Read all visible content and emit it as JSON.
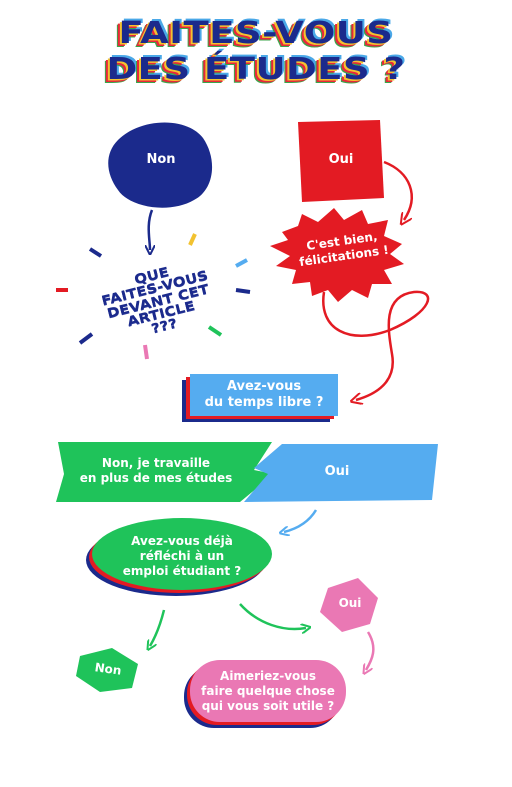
{
  "title": {
    "line1": "FAITES-VOUS",
    "line2": "DES ÉTUDES ?"
  },
  "nodes": {
    "non_top": "Non",
    "oui_top": "Oui",
    "question_article_lines": [
      "QUE",
      "FAITES-VOUS",
      "DEVANT CET",
      "ARTICLE",
      "???"
    ],
    "felicitations_lines": [
      "C'est bien,",
      "félicitations !"
    ],
    "temps_libre_lines": [
      "Avez-vous",
      "du temps libre ?"
    ],
    "travaille_lines": [
      "Non, je travaille",
      "en plus de mes études"
    ],
    "oui_middle": "Oui",
    "emploi_lines": [
      "Avez-vous déjà",
      "réfléchi à un",
      "emploi étudiant ?"
    ],
    "oui_pink": "Oui",
    "non_bottom": "Non",
    "utile_lines": [
      "Aimeriez-vous",
      "faire quelque chose",
      "qui vous soit utile ?"
    ]
  },
  "colors": {
    "navy": "#1b2a8c",
    "red": "#e31b23",
    "sky_blue": "#55acf0",
    "green": "#1fc35a",
    "pink": "#ea78b4",
    "yellow": "#f2c230"
  }
}
